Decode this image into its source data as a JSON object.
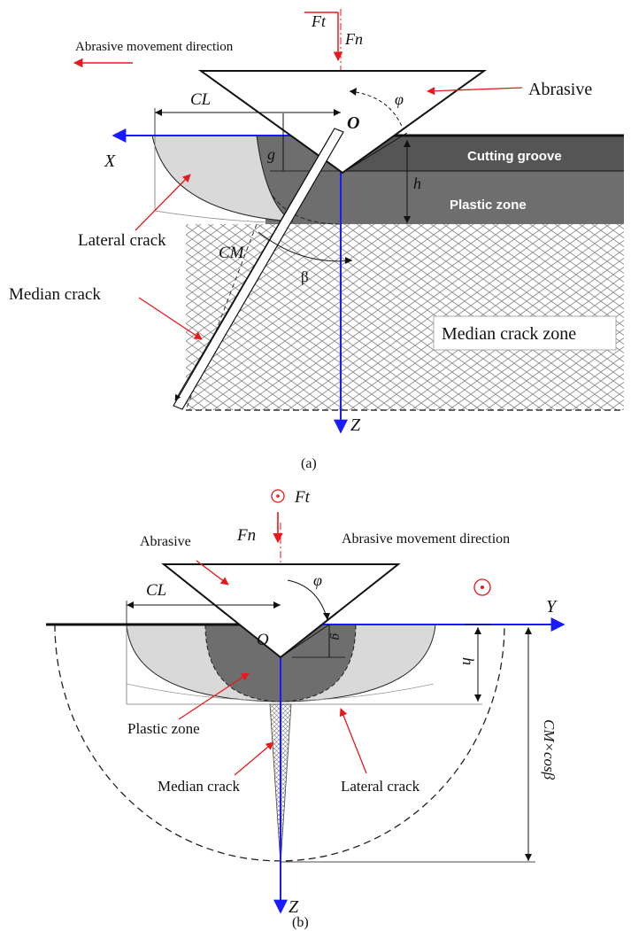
{
  "panel_a": {
    "caption": "(a)",
    "force_t": "Ft",
    "force_n": "Fn",
    "movement_label": "Abrasive movement direction",
    "abrasive_label": "Abrasive",
    "origin_label": "O",
    "phi_label": "φ",
    "cl_label": "CL",
    "g_label": "g",
    "h_label": "h",
    "x_axis_label": "X",
    "z_axis_label": "Z",
    "groove_label": "Cutting groove",
    "plastic_label": "Plastic zone",
    "lateral_label": "Lateral crack",
    "cm_label": "CM",
    "beta_label": "β",
    "median_label": "Median crack",
    "median_zone_label": "Median crack zone"
  },
  "panel_b": {
    "caption": "(b)",
    "force_t": "Ft",
    "force_n": "Fn",
    "abrasive_label": "Abrasive",
    "movement_label": "Abrasive movement direction",
    "phi_label": "φ",
    "cl_label": "CL",
    "origin_label": "O",
    "y_axis_label": "Y",
    "g_label": "g",
    "h_label": "h",
    "plastic_label": "Plastic zone",
    "median_label": "Median crack",
    "lateral_label": "Lateral crack",
    "depth_label": "CM×cosβ",
    "z_axis_label": "Z"
  },
  "colors": {
    "axis": "#1a1aff",
    "annotation": "#e8191c",
    "plastic_zone": "#6e6e6e",
    "lateral_zone": "#d9d9d9",
    "groove": "#555555"
  }
}
